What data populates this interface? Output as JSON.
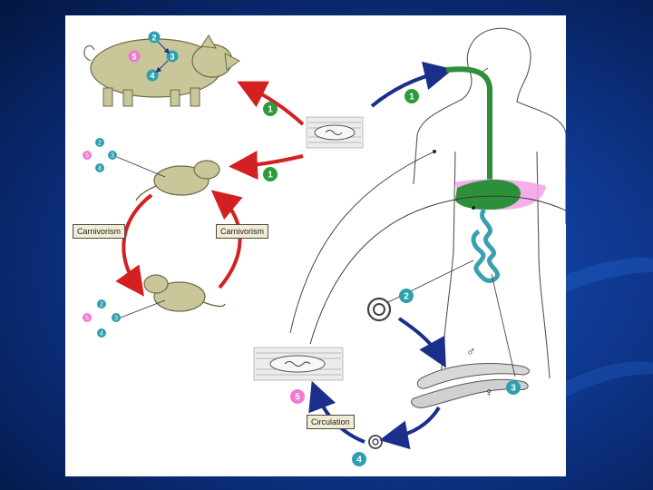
{
  "diagram": {
    "labels": {
      "carnivorism_left": "Carnivorism",
      "carnivorism_right": "Carnivorism",
      "circulation": "Circulation"
    },
    "stages": [
      "1",
      "2",
      "3",
      "4",
      "5"
    ],
    "symbols": {
      "male": "♂",
      "female": "♀"
    }
  },
  "colors": {
    "domestic_cycle_arrow": "#d42020",
    "human_cycle_arrow": "#1a2f8a",
    "stage_badge_green": "#2e9b3a",
    "stage_badge_teal": "#2f9fb0",
    "stage_badge_pink": "#f07ad2",
    "intestine": "#3aa0b0",
    "stomach": "#2e8f3a",
    "liver": "#f3a0e6"
  }
}
